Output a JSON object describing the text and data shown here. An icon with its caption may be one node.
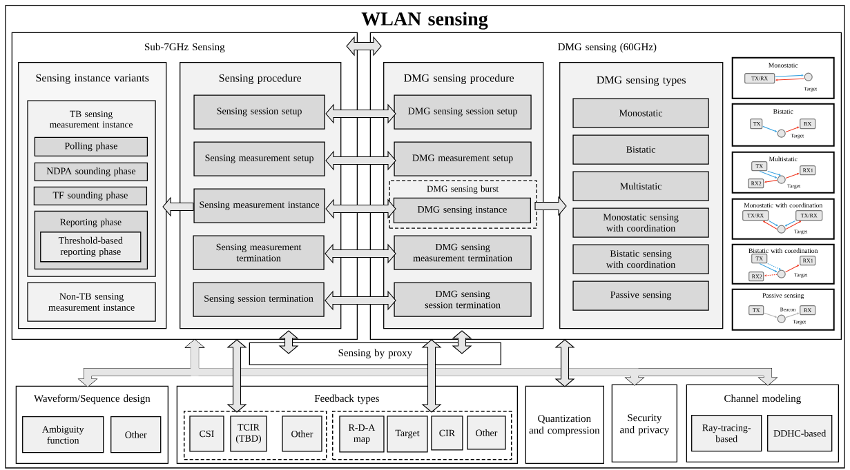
{
  "diagram": {
    "nodes": [
      {
        "text": [
          "WLAN sensing"
        ]
      },
      {
        "text": [
          "Sub-7GHz Sensing"
        ],
        "in": 0
      },
      {
        "text": [
          "Sensing instance variants"
        ],
        "in": 1
      },
      {
        "text": [
          "TB sensing measurement instance"
        ],
        "in": 2
      },
      {
        "text": [
          "Polling phase"
        ],
        "in": 3
      },
      {
        "text": [
          "NDPA sounding phase"
        ],
        "in": 3
      },
      {
        "text": [
          "TF sounding phase"
        ],
        "in": 3
      },
      {
        "text": [
          "Reporting phase"
        ],
        "in": 3
      },
      {
        "text": [
          "Threshold-based reporting phase"
        ],
        "in": 7
      },
      {
        "text": [
          "Non-TB sensing measurement instance"
        ],
        "in": 2
      },
      {
        "text": [
          "Sensing procedure"
        ],
        "in": 1
      },
      {
        "text": [
          "Sensing session setup"
        ],
        "in": 10
      },
      {
        "text": [
          "Sensing measurement setup"
        ],
        "in": 10
      },
      {
        "text": [
          "Sensing measurement instance"
        ],
        "in": 10
      },
      {
        "text": [
          "Sensing measurement termination"
        ],
        "in": 10
      },
      {
        "text": [
          "Sensing session termination"
        ],
        "in": 10
      },
      {
        "text": [
          "DMG sensing (60GHz)"
        ],
        "in": 0
      },
      {
        "text": [
          "DMG sensing procedure"
        ],
        "in": 16
      },
      {
        "text": [
          "DMG sensing session setup"
        ],
        "in": 17
      },
      {
        "text": [
          "DMG measurement setup"
        ],
        "in": 17
      },
      {
        "text": [
          "DMG sensing burst"
        ],
        "in": 17
      },
      {
        "text": [
          "DMG sensing instance"
        ],
        "in": 20
      },
      {
        "text": [
          "DMG sensing measurement termination"
        ],
        "in": 17
      },
      {
        "text": [
          "DMG sensing session termination"
        ],
        "in": 17
      },
      {
        "text": [
          "DMG sensing types"
        ],
        "in": 16
      },
      {
        "text": [
          "Monostatic"
        ],
        "in": 24
      },
      {
        "text": [
          "Bistatic"
        ],
        "in": 24
      },
      {
        "text": [
          "Multistatic"
        ],
        "in": 24
      },
      {
        "text": [
          "Monostatic sensing with coordination"
        ],
        "in": 24
      },
      {
        "text": [
          "Bistatic sensing with coordination"
        ],
        "in": 24
      },
      {
        "text": [
          "Passive sensing"
        ],
        "in": 24
      },
      {
        "text": [
          "Monostatic"
        ],
        "in": 16
      },
      {
        "text": [
          "TX/RX"
        ],
        "in": 31
      },
      {
        "text": [],
        "shape": "circle",
        "beside": [
          "Target"
        ],
        "in": 31
      },
      {
        "text": [
          "Bistatic"
        ],
        "in": 16
      },
      {
        "text": [
          "TX"
        ],
        "in": 34
      },
      {
        "text": [
          "RX"
        ],
        "in": 34
      },
      {
        "text": [],
        "shape": "circle",
        "beside": [
          "Target"
        ],
        "in": 34
      },
      {
        "text": [
          "Multistatic"
        ],
        "in": 16
      },
      {
        "text": [
          "TX"
        ],
        "in": 38
      },
      {
        "text": [
          "RX1"
        ],
        "in": 38
      },
      {
        "text": [
          "RX2"
        ],
        "in": 38
      },
      {
        "text": [],
        "shape": "circle",
        "beside": [
          "Target"
        ],
        "in": 38
      },
      {
        "text": [
          "Monostatic with coordination"
        ],
        "in": 16
      },
      {
        "text": [
          "TX/RX"
        ],
        "in": 43
      },
      {
        "text": [
          "TX/RX"
        ],
        "in": 43
      },
      {
        "text": [],
        "shape": "circle",
        "beside": [
          "Target"
        ],
        "in": 43
      },
      {
        "text": [
          "Bistatic with coordination"
        ],
        "in": 16
      },
      {
        "text": [
          "TX"
        ],
        "in": 47
      },
      {
        "text": [
          "RX1"
        ],
        "in": 47
      },
      {
        "text": [
          "RX2"
        ],
        "in": 47
      },
      {
        "text": [],
        "shape": "circle",
        "beside": [
          "Target"
        ],
        "in": 47
      },
      {
        "text": [
          "Passive sensing"
        ],
        "in": 16
      },
      {
        "text": [
          "TX"
        ],
        "in": 52
      },
      {
        "text": [
          "RX"
        ],
        "in": 52
      },
      {
        "text": [],
        "shape": "circle",
        "beside": [
          "Target"
        ],
        "in": 52
      },
      {
        "text": [
          "Sensing by proxy"
        ],
        "in": 0
      },
      {
        "text": [
          "Waveform/Sequence design"
        ],
        "in": 0
      },
      {
        "text": [
          "Ambiguity function"
        ],
        "in": 57
      },
      {
        "text": [
          "Other"
        ],
        "in": 57
      },
      {
        "text": [
          "Feedback types"
        ],
        "in": 0
      },
      {
        "text": [],
        "shape": "box",
        "in": 60
      },
      {
        "text": [
          "CSI"
        ],
        "in": 61
      },
      {
        "text": [
          "TCIR (TBD)"
        ],
        "in": 61
      },
      {
        "text": [
          "Other"
        ],
        "in": 61
      },
      {
        "text": [],
        "shape": "box",
        "in": 60
      },
      {
        "text": [
          "R-D-A map"
        ],
        "in": 65
      },
      {
        "text": [
          "Target"
        ],
        "in": 65
      },
      {
        "text": [
          "CIR"
        ],
        "in": 65
      },
      {
        "text": [
          "Other"
        ],
        "in": 65
      },
      {
        "text": [
          "Quantization and compression"
        ],
        "in": 0
      },
      {
        "text": [
          "Security and privacy"
        ],
        "in": 0
      },
      {
        "text": [
          "Channel modeling"
        ],
        "in": 0
      },
      {
        "text": [
          "Ray-tracing-based"
        ],
        "in": 72
      },
      {
        "text": [
          "DDHC-based"
        ],
        "in": 72
      }
    ],
    "edges": [
      {
        "from": 1,
        "to": 16,
        "arrow": "both"
      },
      {
        "from": 11,
        "to": 18,
        "arrow": "both"
      },
      {
        "from": 12,
        "to": 19,
        "arrow": "both"
      },
      {
        "from": 13,
        "to": 21,
        "arrow": "both"
      },
      {
        "from": 14,
        "to": 22,
        "arrow": "both"
      },
      {
        "from": 15,
        "to": 23,
        "arrow": "both"
      },
      {
        "from": 13,
        "to": 2,
        "arrow": "to"
      },
      {
        "from": 20,
        "to": 24,
        "arrow": "to"
      },
      {
        "from": 1,
        "to": 57,
        "arrow": "both"
      },
      {
        "from": 1,
        "to": 71,
        "arrow": "both"
      },
      {
        "from": 1,
        "to": 72,
        "arrow": "both"
      },
      {
        "from": 1,
        "to": 61,
        "arrow": "both"
      },
      {
        "from": 16,
        "to": 65,
        "arrow": "both"
      },
      {
        "from": 16,
        "to": 70,
        "arrow": "both"
      },
      {
        "from": 1,
        "to": 56,
        "arrow": "both"
      },
      {
        "from": 16,
        "to": 56,
        "arrow": "both"
      },
      {
        "from": 32,
        "to": 33,
        "arrow": "to",
        "color": "#3ba3e0"
      },
      {
        "from": 33,
        "to": 32,
        "arrow": "to",
        "color": "#f03a24"
      },
      {
        "from": 35,
        "to": 37,
        "arrow": "to",
        "color": "#3ba3e0"
      },
      {
        "from": 37,
        "to": 36,
        "arrow": "to",
        "color": "#f03a24"
      },
      {
        "from": 39,
        "to": 42,
        "arrow": "to",
        "color": "#3ba3e0"
      },
      {
        "from": 39,
        "to": 42,
        "arrow": "to",
        "color": "#3ba3e0"
      },
      {
        "from": 42,
        "to": 40,
        "arrow": "to",
        "color": "#f03a24"
      },
      {
        "from": 42,
        "to": 41,
        "arrow": "to",
        "color": "#f03a24"
      },
      {
        "from": 44,
        "to": 46,
        "arrow": "to",
        "color": "#3ba3e0"
      },
      {
        "from": 46,
        "to": 44,
        "arrow": "to",
        "color": "#f03a24"
      },
      {
        "from": 45,
        "to": 46,
        "arrow": "to",
        "color": "#3ba3e0"
      },
      {
        "from": 46,
        "to": 45,
        "arrow": "to",
        "color": "#f03a24"
      },
      {
        "from": 48,
        "to": 51,
        "arrow": "to",
        "color": "#3ba3e0"
      },
      {
        "from": 48,
        "to": 51,
        "arrow": "to",
        "color": "#3ba3e0",
        "style": "dashed"
      },
      {
        "from": 51,
        "to": 49,
        "arrow": "to",
        "color": "#f03a24"
      },
      {
        "from": 51,
        "to": 50,
        "arrow": "to",
        "color": "#f03a24",
        "style": "dashed"
      },
      {
        "from": 53,
        "to": 55,
        "arrow": "to",
        "color": "#b3b3b3",
        "label": "Beacon"
      },
      {
        "from": 55,
        "to": 54,
        "arrow": "to",
        "color": "#b3b3b3"
      }
    ]
  }
}
